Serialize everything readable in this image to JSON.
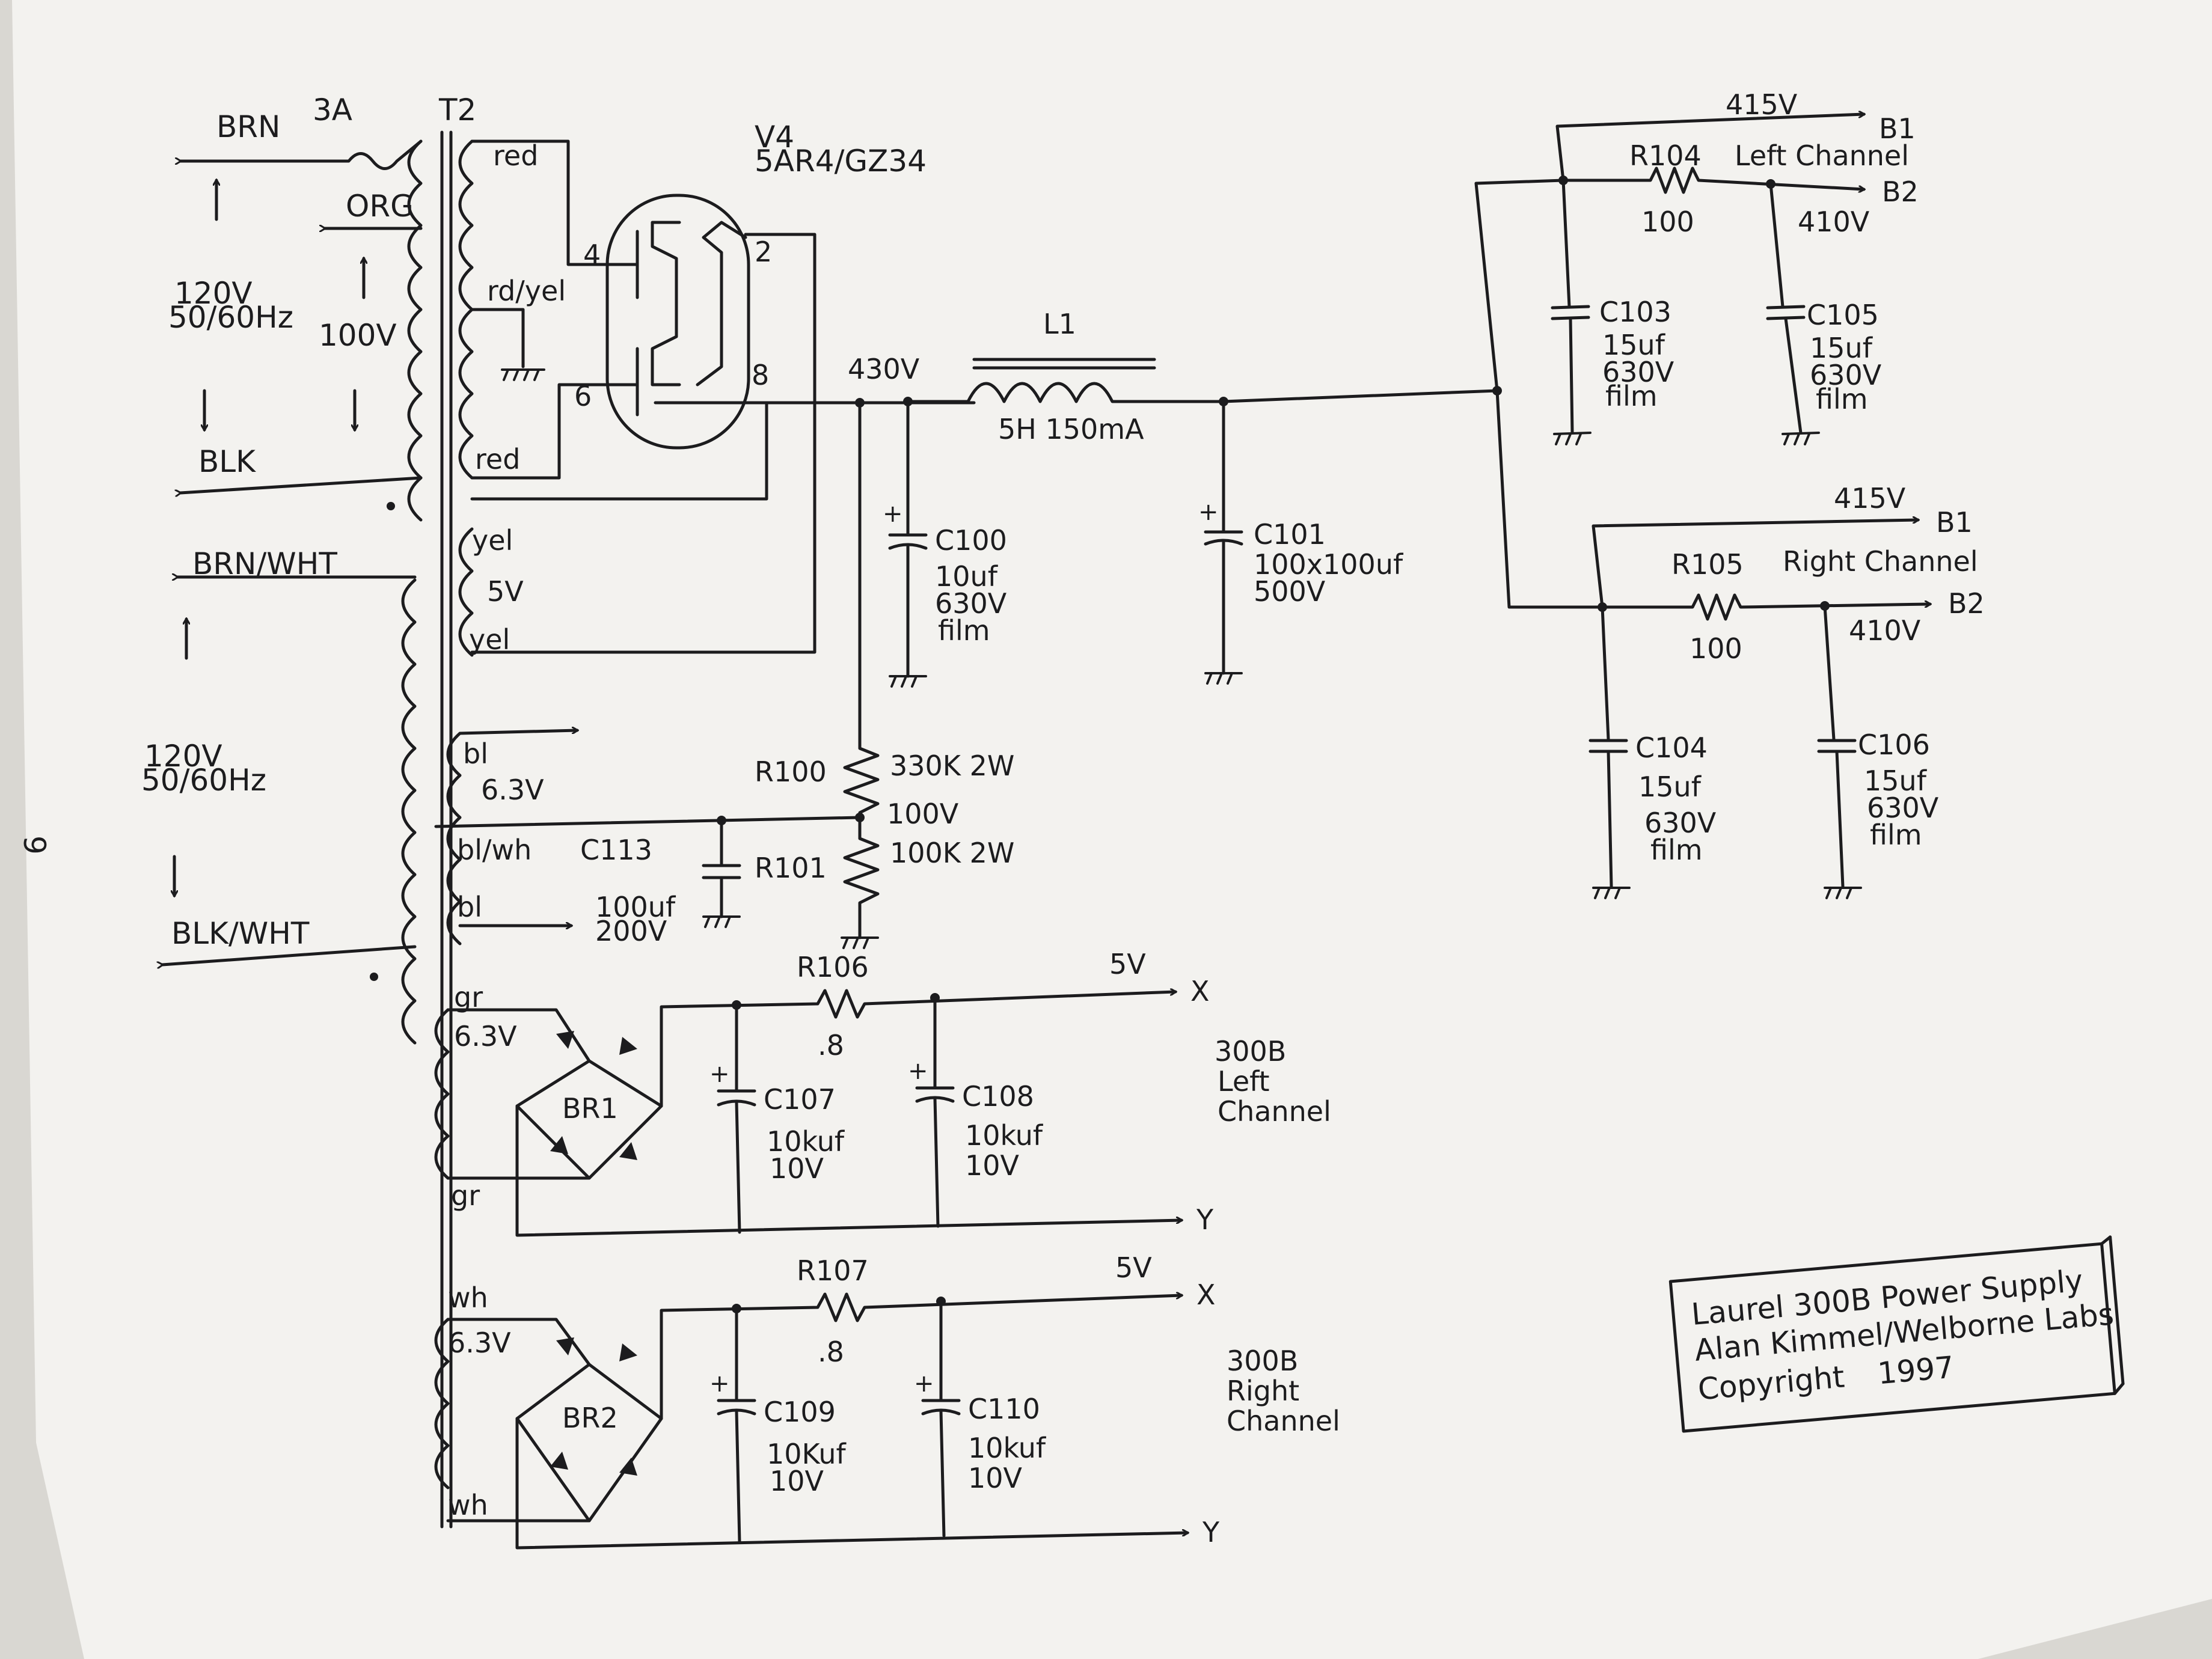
{
  "title_block": {
    "line1": "Laurel 300B Power Supply",
    "line2": "Alan Kimmel/Welborne Labs",
    "line3": "Copyright",
    "year": "1997"
  },
  "page_number": "9",
  "fuse": "3A",
  "transformer": "T2",
  "rectifier": {
    "ref": "V4",
    "type": "5AR4/GZ34",
    "pin4": "4",
    "pin2": "2",
    "pin6": "6",
    "pin8": "8"
  },
  "primary": {
    "brn": "BRN",
    "org": "ORG",
    "blk": "BLK",
    "input": "120V",
    "freq": "50/60Hz",
    "tap": "100V",
    "brn_wht": "BRN/WHT",
    "blk_wht": "BLK/WHT",
    "input2": "120V",
    "freq2": "50/60Hz"
  },
  "secondary": {
    "red1": "red",
    "rd_yel": "rd/yel",
    "red2": "red",
    "yel1": "yel",
    "v5": "5V",
    "yel2": "yel",
    "bl1": "bl",
    "v63": "6.3V",
    "bl_wh": "bl/wh",
    "bl2": "bl",
    "gr1": "gr",
    "v63_a": "6.3V",
    "gr2": "gr",
    "wh1": "wh",
    "v63_b": "6.3V",
    "wh2": "wh"
  },
  "main_supply": {
    "node_voltage": "430V",
    "L1": {
      "ref": "L1",
      "value": "5H 150mA"
    },
    "C100": {
      "ref": "C100",
      "v1": "10uf",
      "v2": "630V",
      "v3": "film"
    },
    "C101": {
      "ref": "C101",
      "v1": "100x100uf",
      "v2": "500V"
    }
  },
  "bias": {
    "R100": {
      "ref": "R100",
      "value": "330K 2W"
    },
    "node": "100V",
    "R101": {
      "ref": "R101",
      "value": "100K 2W"
    },
    "C113": {
      "ref": "C113",
      "v1": "100uf",
      "v2": "200V"
    }
  },
  "left_channel": {
    "label": "Left Channel",
    "v_b1": "415V",
    "b1": "B1",
    "v_b2": "410V",
    "b2": "B2",
    "R104": {
      "ref": "R104",
      "value": "100"
    },
    "C103": {
      "ref": "C103",
      "v1": "15uf",
      "v2": "630V",
      "v3": "film"
    },
    "C105": {
      "ref": "C105",
      "v1": "15uf",
      "v2": "630V",
      "v3": "film"
    }
  },
  "right_channel": {
    "label": "Right Channel",
    "v_b1": "415V",
    "b1": "B1",
    "v_b2": "410V",
    "b2": "B2",
    "R105": {
      "ref": "R105",
      "value": "100"
    },
    "C104": {
      "ref": "C104",
      "v1": "15uf",
      "v2": "630V",
      "v3": "film"
    },
    "C106": {
      "ref": "C106",
      "v1": "15uf",
      "v2": "630V",
      "v3": "film"
    }
  },
  "filament_left": {
    "bridge": "BR1",
    "R106": {
      "ref": "R106",
      "value": ".8"
    },
    "C107": {
      "ref": "C107",
      "v1": "10kuf",
      "v2": "10V"
    },
    "C108": {
      "ref": "C108",
      "v1": "10kuf",
      "v2": "10V"
    },
    "out_v": "5V",
    "out_x": "X",
    "out_y": "Y",
    "t1": "300B",
    "t2": "Left",
    "t3": "Channel"
  },
  "filament_right": {
    "bridge": "BR2",
    "R107": {
      "ref": "R107",
      "value": ".8"
    },
    "C109": {
      "ref": "C109",
      "v1": "10Kuf",
      "v2": "10V"
    },
    "C110": {
      "ref": "C110",
      "v1": "10kuf",
      "v2": "10V"
    },
    "out_v": "5V",
    "out_x": "X",
    "out_y": "Y",
    "t1": "300B",
    "t2": "Right",
    "t3": "Channel"
  }
}
